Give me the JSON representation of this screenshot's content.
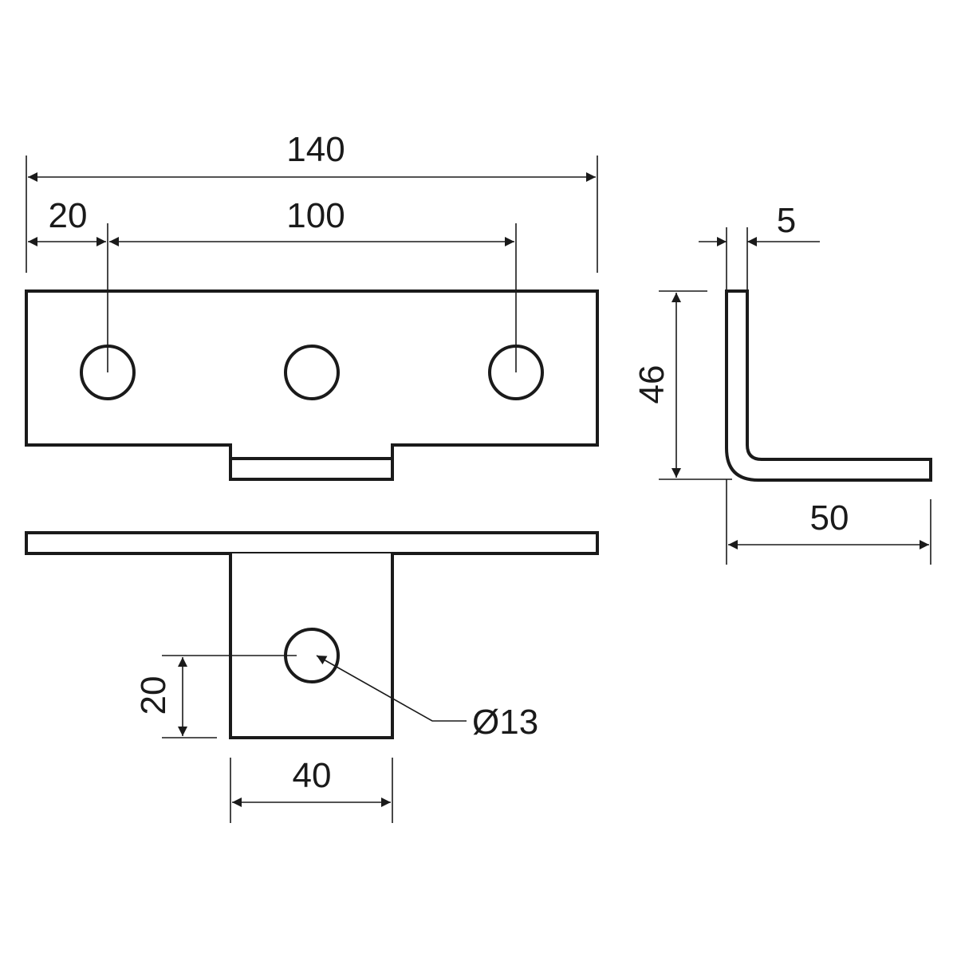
{
  "dimensions": {
    "overall_length": "140",
    "edge_to_hole": "20",
    "hole_spacing": "100",
    "thickness": "5",
    "height": "46",
    "leg_length": "50",
    "tab_hole_offset": "20",
    "tab_width": "40",
    "hole_diameter": "Ø13"
  }
}
